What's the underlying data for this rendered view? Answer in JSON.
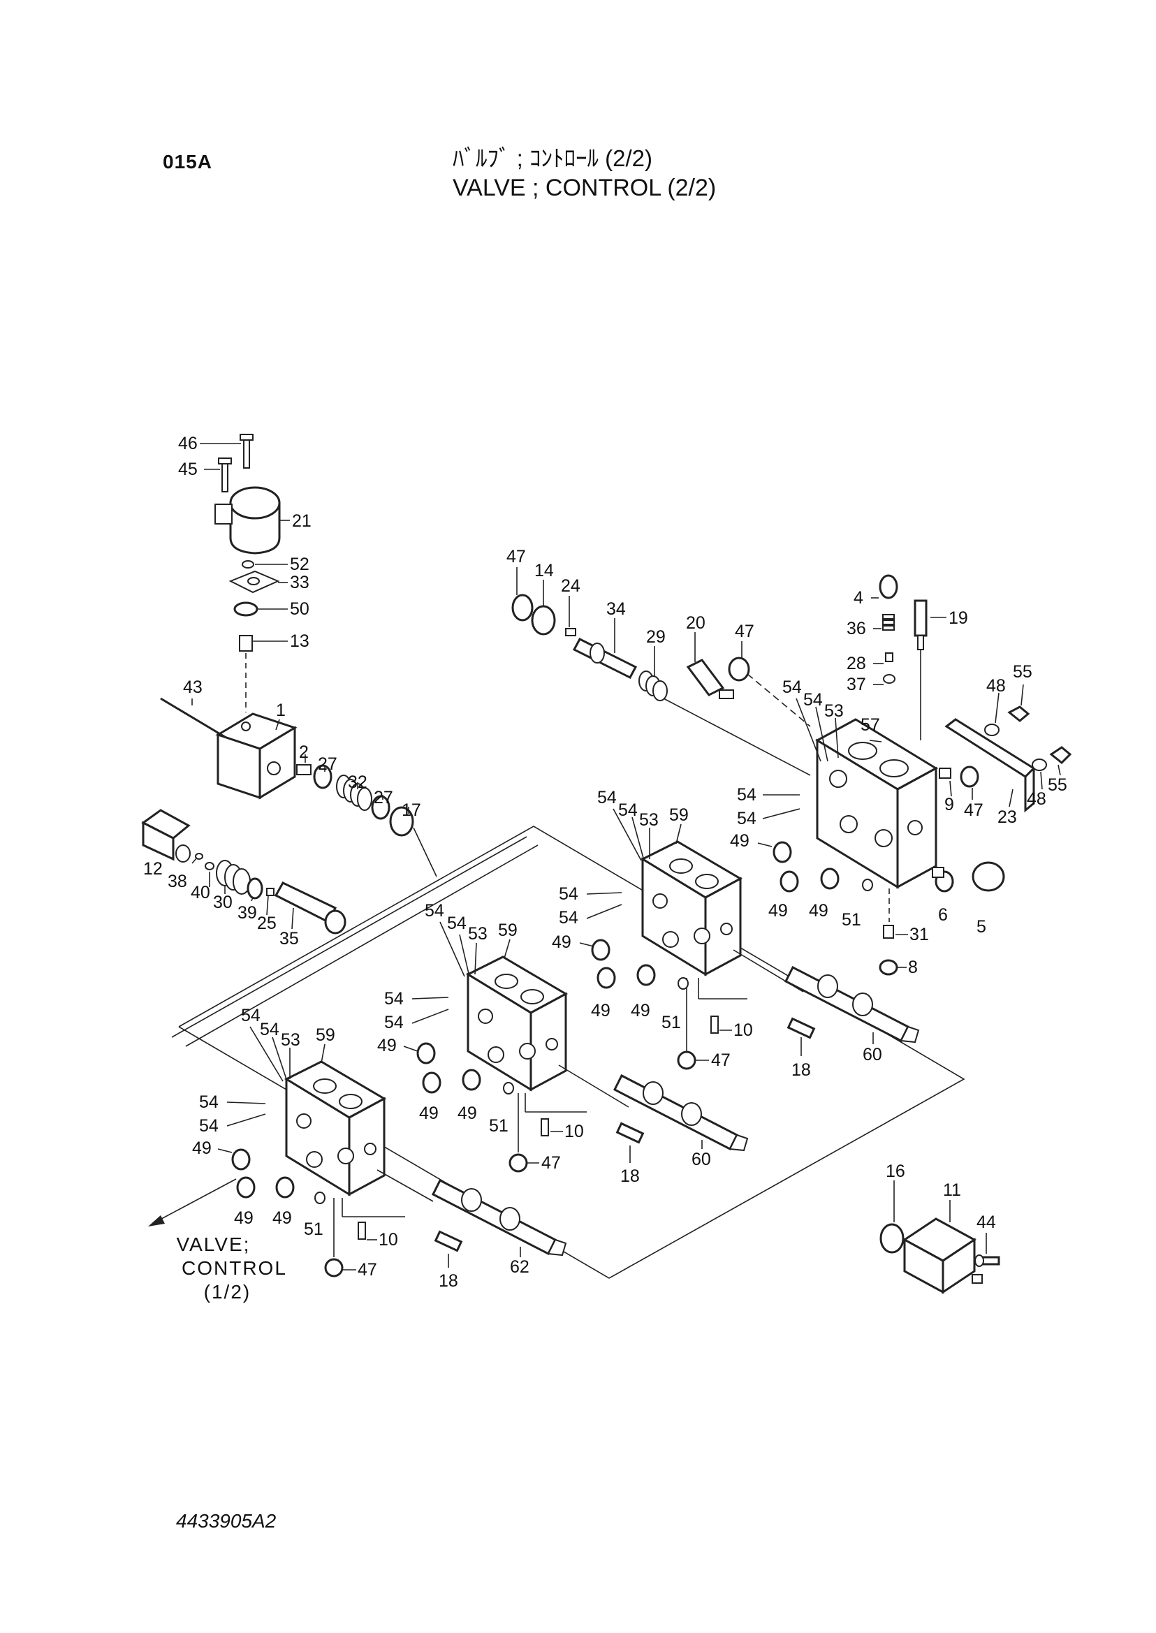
{
  "header": {
    "page_code": "015A",
    "title_jp": "ﾊﾞﾙﾌﾞ ; ｺﾝﾄﾛｰﾙ (2/2)",
    "title_en": "VALVE ; CONTROL (2/2)"
  },
  "footer": {
    "drawing_number": "4433905A2"
  },
  "reference": {
    "line1": "VALVE;",
    "line2": "CONTROL",
    "line3": "(1/2)"
  },
  "callouts": [
    "46",
    "45",
    "21",
    "52",
    "33",
    "50",
    "13",
    "43",
    "1",
    "2",
    "27",
    "32",
    "27",
    "17",
    "12",
    "38",
    "40",
    "30",
    "39",
    "25",
    "35",
    "47",
    "14",
    "24",
    "34",
    "29",
    "20",
    "47",
    "4",
    "19",
    "36",
    "28",
    "37",
    "55",
    "48",
    "54",
    "54",
    "53",
    "57",
    "23",
    "48",
    "55",
    "9",
    "47",
    "54",
    "54",
    "49",
    "49",
    "49",
    "51",
    "6",
    "5",
    "31",
    "8",
    "54",
    "54",
    "53",
    "59",
    "54",
    "54",
    "49",
    "49",
    "49",
    "51",
    "10",
    "47",
    "18",
    "60",
    "54",
    "54",
    "53",
    "59",
    "54",
    "54",
    "49",
    "49",
    "49",
    "51",
    "10",
    "47",
    "18",
    "60",
    "54",
    "54",
    "53",
    "59",
    "54",
    "54",
    "49",
    "49",
    "49",
    "51",
    "10",
    "47",
    "18",
    "62",
    "16",
    "11",
    "44"
  ]
}
